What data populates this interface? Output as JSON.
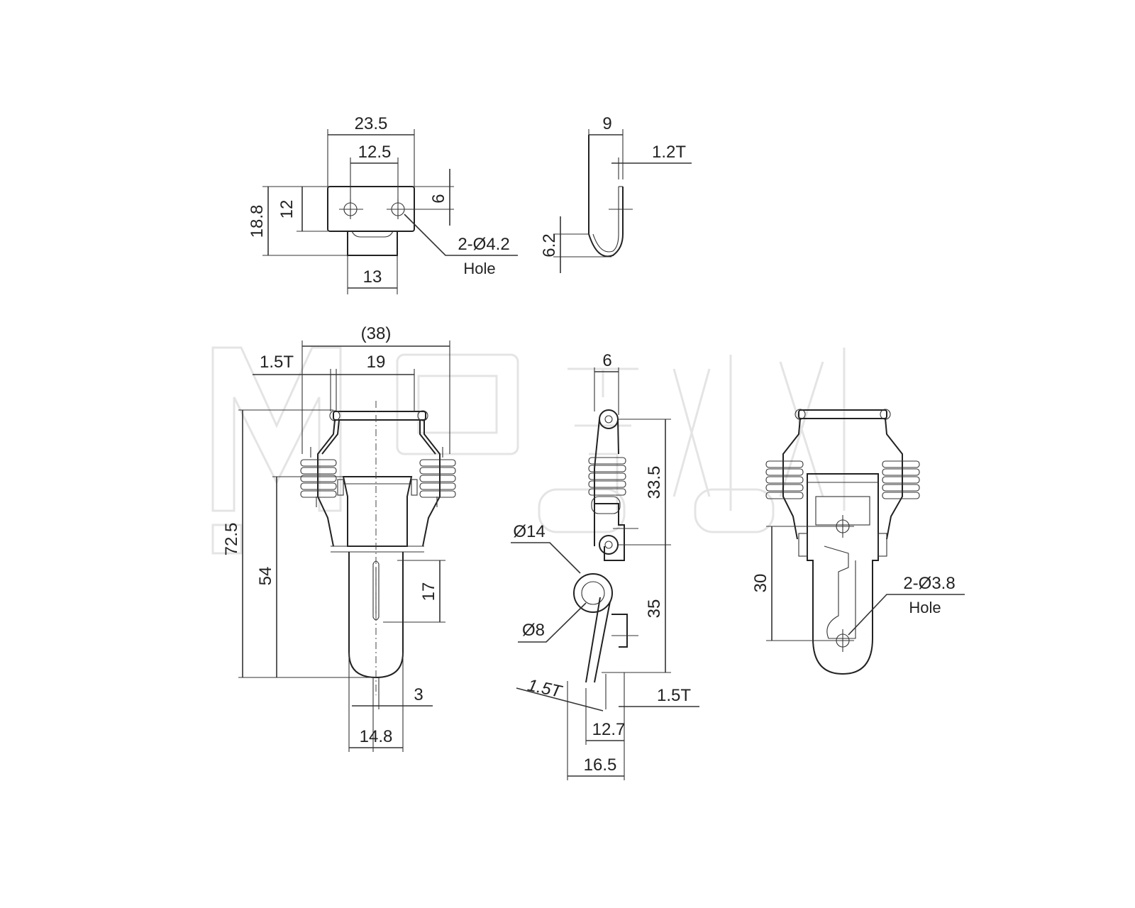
{
  "diagram": {
    "views": [
      {
        "id": "catch-front",
        "dimensions": [
          "23.5",
          "12.5",
          "18.8",
          "12",
          "6",
          "13"
        ],
        "callout": {
          "spec": "2-Ø4.2",
          "note": "Hole"
        }
      },
      {
        "id": "catch-side",
        "dimensions": [
          "9",
          "1.2T",
          "6.2"
        ]
      },
      {
        "id": "latch-front",
        "dimensions": [
          "(38)",
          "1.5T",
          "19",
          "72.5",
          "54",
          "17",
          "3",
          "14.8"
        ]
      },
      {
        "id": "latch-side",
        "dimensions": [
          "6",
          "33.5",
          "Ø14",
          "Ø8",
          "35",
          "1.5T",
          "1.5T",
          "12.7",
          "16.5"
        ]
      },
      {
        "id": "latch-rear",
        "dimensions": [
          "30"
        ],
        "callout": {
          "spec": "2-Ø3.8",
          "note": "Hole"
        }
      }
    ],
    "colors": {
      "line": "#222222",
      "background": "#ffffff",
      "watermark": "#e4e4e4"
    }
  }
}
